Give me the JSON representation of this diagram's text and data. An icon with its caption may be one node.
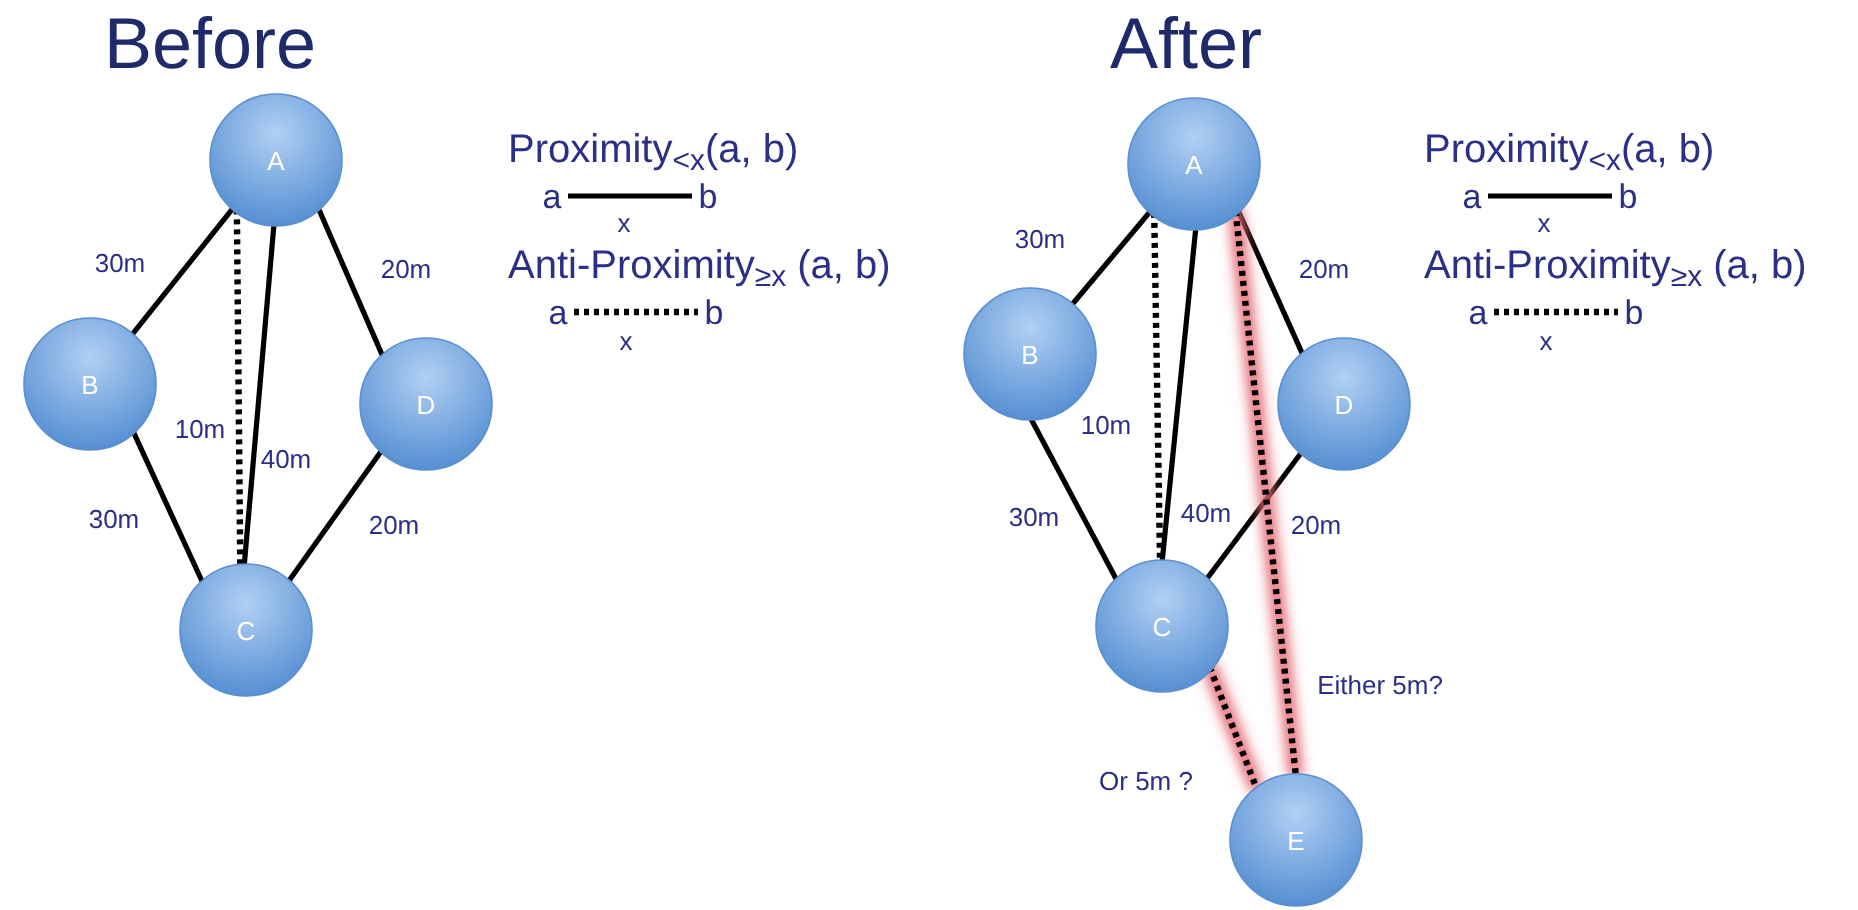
{
  "diagram": {
    "nodes": [
      {
        "text": [
          "A"
        ]
      },
      {
        "text": [
          "B"
        ]
      },
      {
        "text": [
          "C"
        ]
      },
      {
        "text": [
          "D"
        ]
      },
      {
        "text": [
          "A"
        ]
      },
      {
        "text": [
          "B"
        ]
      },
      {
        "text": [
          "C"
        ]
      },
      {
        "text": [
          "D"
        ]
      },
      {
        "text": [
          "E"
        ]
      },
      {
        "text": [
          "a"
        ]
      },
      {
        "text": [
          "b"
        ]
      },
      {
        "text": [
          "a"
        ]
      },
      {
        "text": [
          "b"
        ]
      },
      {
        "text": [
          "a"
        ]
      },
      {
        "text": [
          "b"
        ]
      },
      {
        "text": [
          "a"
        ]
      },
      {
        "text": [
          "b"
        ]
      }
    ],
    "edges": [
      {
        "from": 0,
        "to": 1,
        "arrow": "none",
        "label": "30m"
      },
      {
        "from": 0,
        "to": 2,
        "arrow": "none",
        "label": "10m",
        "style": "dashed"
      },
      {
        "from": 0,
        "to": 2,
        "arrow": "none",
        "label": "40m"
      },
      {
        "from": 0,
        "to": 3,
        "arrow": "none",
        "label": "20m"
      },
      {
        "from": 1,
        "to": 2,
        "arrow": "none",
        "label": "30m"
      },
      {
        "from": 3,
        "to": 2,
        "arrow": "none",
        "label": "20m"
      },
      {
        "from": 4,
        "to": 5,
        "arrow": "none",
        "label": "30m"
      },
      {
        "from": 4,
        "to": 6,
        "arrow": "none",
        "label": "10m",
        "style": "dashed"
      },
      {
        "from": 4,
        "to": 6,
        "arrow": "none",
        "label": "40m"
      },
      {
        "from": 4,
        "to": 7,
        "arrow": "none",
        "label": "20m"
      },
      {
        "from": 5,
        "to": 6,
        "arrow": "none",
        "label": "30m"
      },
      {
        "from": 7,
        "to": 6,
        "arrow": "none",
        "label": "20m"
      },
      {
        "from": 4,
        "to": 8,
        "arrow": "none",
        "label": "Either 5m?",
        "style": "dashed"
      },
      {
        "from": 6,
        "to": 8,
        "arrow": "none",
        "label": "Or 5m ?",
        "style": "dashed"
      },
      {
        "from": 9,
        "to": 10,
        "arrow": "none",
        "label": "x"
      },
      {
        "from": 11,
        "to": 12,
        "arrow": "none",
        "label": "x",
        "style": "dashed"
      },
      {
        "from": 13,
        "to": 14,
        "arrow": "none",
        "label": "x"
      },
      {
        "from": 15,
        "to": 16,
        "arrow": "none",
        "label": "x",
        "style": "dashed"
      }
    ],
    "labels": [
      "Before",
      "Proximity$_{<x}$(a, b)",
      "Anti-Proximity$_{≥x}$ (a, b)",
      "After",
      "Proximity$_{<x}$(a, b)",
      "Anti-Proximity$_{≥x}$ (a, b)"
    ]
  }
}
